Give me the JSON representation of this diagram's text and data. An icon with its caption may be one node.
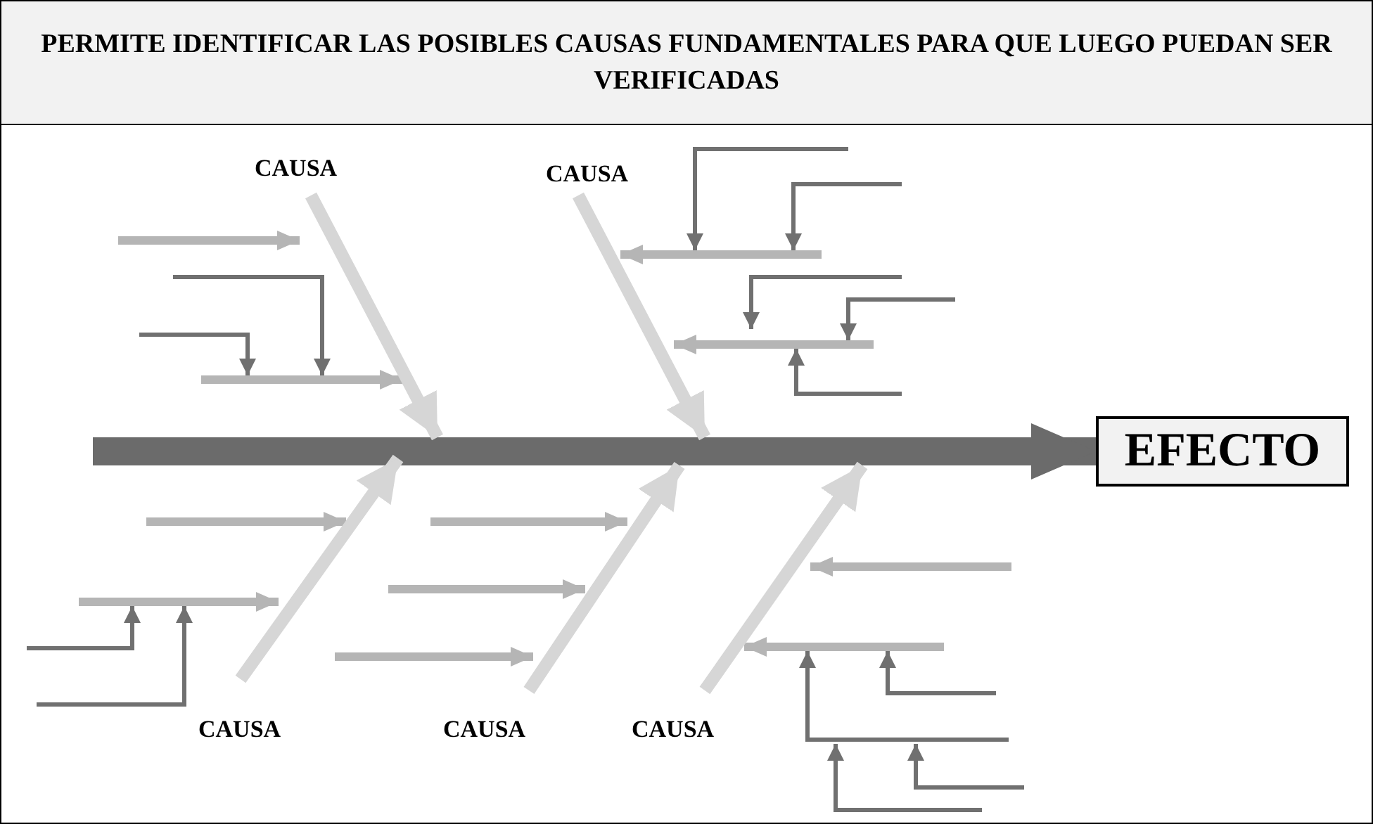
{
  "diagram": {
    "title": "PERMITE IDENTIFICAR LAS POSIBLES CAUSAS FUNDAMENTALES PARA QUE LUEGO PUEDAN SER VERIFICADAS",
    "nodes": [
      {
        "text": [
          "CAUSA"
        ]
      },
      {
        "text": [
          "CAUSA"
        ]
      },
      {
        "text": [
          "EFECTO"
        ]
      },
      {
        "text": [
          "CAUSA"
        ]
      },
      {
        "text": [
          "CAUSA"
        ]
      },
      {
        "text": [
          "CAUSA"
        ]
      }
    ],
    "edges": [
      {
        "from": null,
        "to": 2,
        "arrow": "to",
        "style": "thick",
        "color": "#6b6b6b"
      },
      {
        "from": 0,
        "to": null,
        "arrow": "to"
      },
      {
        "from": 1,
        "to": null,
        "arrow": "to"
      },
      {
        "from": 3,
        "to": null,
        "arrow": "to"
      },
      {
        "from": 4,
        "to": null,
        "arrow": "to"
      },
      {
        "from": 5,
        "to": null,
        "arrow": "to"
      }
    ]
  }
}
